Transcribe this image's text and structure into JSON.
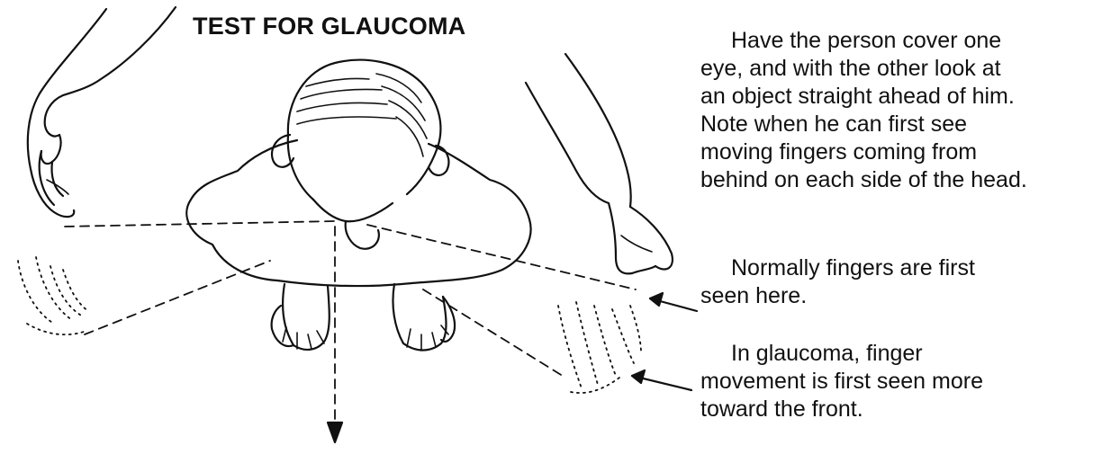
{
  "diagram": {
    "title": "TEST FOR GLAUCOMA",
    "paragraphs": [
      {
        "lines": [
          "Have the person cover one",
          "eye, and with the other look at",
          "an object straight ahead of him.",
          "Note when he can first see",
          "moving fingers coming from",
          "behind on each side of the head."
        ]
      },
      {
        "lines": [
          "Normally fingers are first",
          "seen here."
        ]
      },
      {
        "lines": [
          "In glaucoma, finger",
          "movement is first seen more",
          "toward the front."
        ]
      }
    ]
  },
  "colors": {
    "ink": "#111111",
    "background": "#ffffff"
  }
}
